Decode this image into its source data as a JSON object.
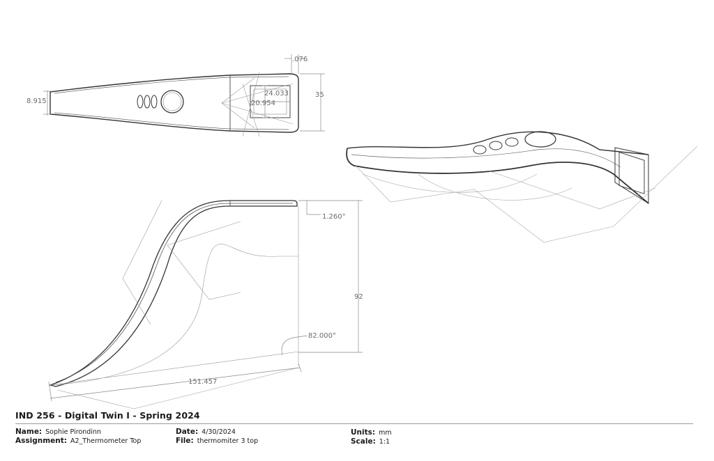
{
  "dimensions": {
    "tip_width": "8.915",
    "gap": ".076",
    "window_height": "24.033",
    "window_width": "20.954",
    "overall_width": "35",
    "angle_top": "1.260°",
    "height": "92",
    "angle_bottom": "82.000°",
    "length": "151.457"
  },
  "title_block": {
    "title": "IND 256 - Digital Twin I - Spring 2024",
    "name_label": "Name:",
    "name_value": "Sophie Pirondinn",
    "assignment_label": "Assignment:",
    "assignment_value": "A2_Thermometer Top",
    "date_label": "Date:",
    "date_value": "4/30/2024",
    "file_label": "File:",
    "file_value": "thermomiter 3 top",
    "units_label": "Units:",
    "units_value": "mm",
    "scale_label": "Scale:",
    "scale_value": "1:1"
  }
}
